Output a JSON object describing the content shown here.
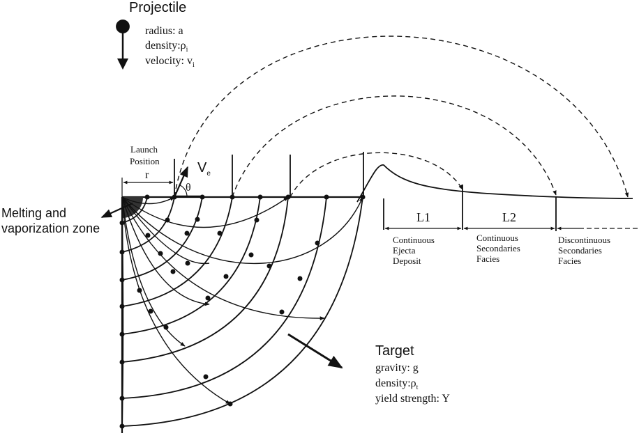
{
  "projectile": {
    "title": "Projectile",
    "radius": "radius: a",
    "density": "density:ρ",
    "density_sub": "i",
    "velocity": "velocity: v",
    "velocity_sub": "i"
  },
  "launch": {
    "label_line1": "Launch",
    "label_line2": "Position",
    "r": "r",
    "theta": "θ",
    "ve": "V",
    "ve_sub": "e"
  },
  "melting": {
    "line1": "Melting and",
    "line2": "vaporization zone"
  },
  "zones": {
    "l1": "L1",
    "l2": "L2",
    "continuous_ejecta": [
      "Continuous",
      "Ejecta",
      "Deposit"
    ],
    "continuous_secondaries": [
      "Continuous",
      "Secondaries",
      "Facies"
    ],
    "discontinuous_secondaries": [
      "Discontinuous",
      "Secondaries",
      "Facies"
    ]
  },
  "target": {
    "title": "Target",
    "gravity": "gravity: g",
    "density": "density:ρ",
    "density_sub": "t",
    "yield": "yield strength: Y"
  },
  "colors": {
    "ink": "#111111"
  }
}
